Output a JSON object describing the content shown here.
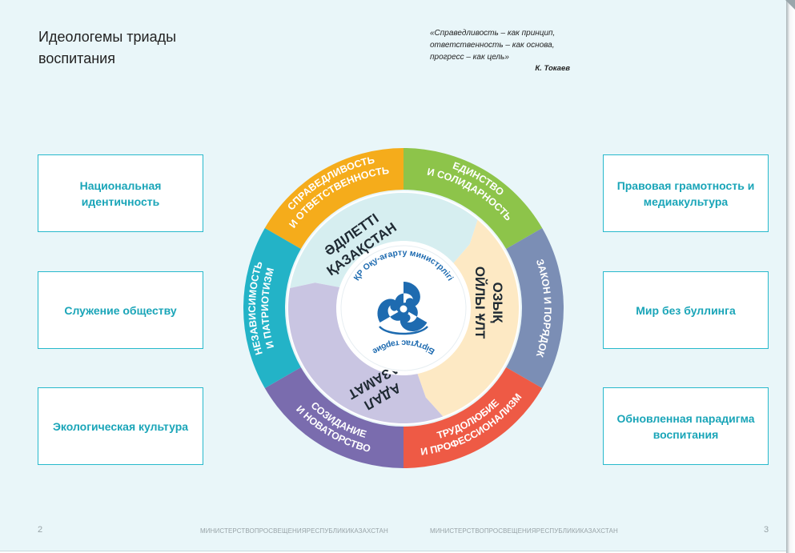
{
  "header": {
    "title": "Идеологемы триады воспитания",
    "quote": "«Справедливость – как принцип, ответственность – как основа, прогресс – как цель»",
    "author": "К. Токаев"
  },
  "left_boxes": [
    "Национальная идентичность",
    "Служение обществу",
    "Экологическая культура"
  ],
  "right_boxes": [
    "Правовая грамотность и медиакультура",
    "Мир без буллинга",
    "Обновленная парадигма воспитания"
  ],
  "outer_ring": [
    {
      "line1": "СПРАВЕДЛИВОСТЬ",
      "line2": "И ОТВЕТСТВЕННОСТЬ",
      "color": "#f5ac1b"
    },
    {
      "line1": "ЕДИНСТВО",
      "line2": "И СОЛИДАРНОСТЬ",
      "color": "#8dc44a"
    },
    {
      "line1": "ЗАКОН И ПОРЯДОК",
      "line2": "",
      "color": "#7b8eb5"
    },
    {
      "line1": "ТРУДОЛЮБИЕ",
      "line2": "И ПРОФЕССИОНАЛИЗМ",
      "color": "#ee5a45"
    },
    {
      "line1": "СОЗИДАНИЕ",
      "line2": "И НОВАТОРСТВО",
      "color": "#7a6cae"
    },
    {
      "line1": "НЕЗАВИСИМОСТЬ",
      "line2": "И ПАТРИОТИЗМ",
      "color": "#23b3c7"
    }
  ],
  "inner_segments": [
    {
      "line1": "ӘДІЛЕТТІ",
      "line2": "ҚАЗАҚСТАН",
      "color": "#d6eef0"
    },
    {
      "line1": "ОЗЫҚ",
      "line2": "ОЙЛЫ ҰЛТ",
      "color": "#fde9c4"
    },
    {
      "line1": "АДАЛ",
      "line2": "АЗАМАТ",
      "color": "#c9c5e2"
    }
  ],
  "logo": {
    "top_text": "ҚР Оқу-ағарту министрлігі",
    "bottom_text": "Біртұтас тәрбие",
    "color": "#1e6bb0"
  },
  "footer": {
    "left_num": "2",
    "right_num": "3",
    "left_text": "МИНИСТЕРСТВОПРОСВЕЩЕНИЯРЕСПУБЛИКИКАЗАХСТАН",
    "right_text": "МИНИСТЕРСТВОПРОСВЕЩЕНИЯРЕСПУБЛИКИКАЗАХСТАН"
  }
}
